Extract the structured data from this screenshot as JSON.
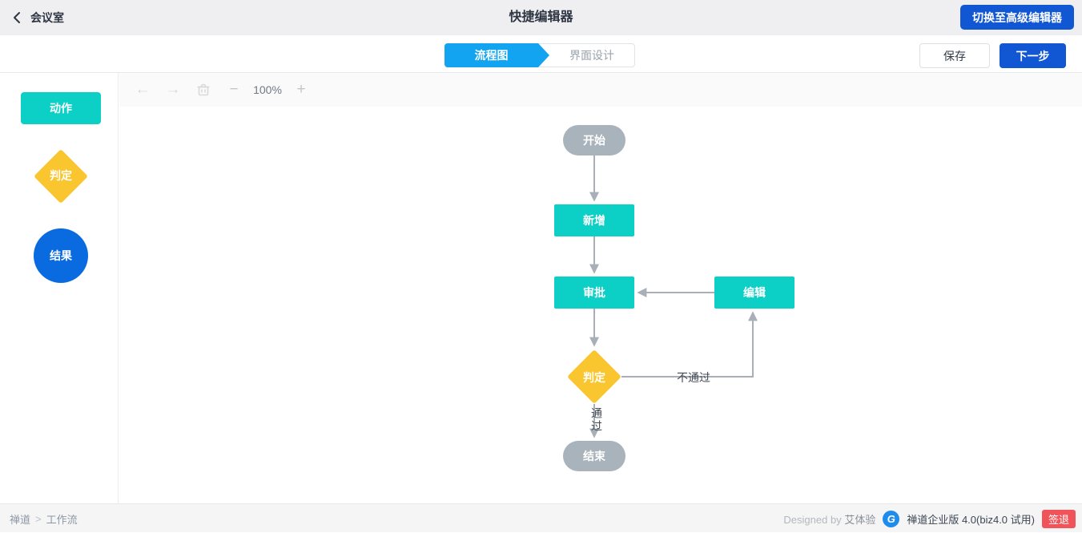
{
  "header": {
    "back_label": "会议室",
    "title": "快捷编辑器",
    "switch_button": "切换至高级编辑器"
  },
  "subheader": {
    "tabs": [
      {
        "label": "流程图",
        "active": true
      },
      {
        "label": "界面设计",
        "active": false
      }
    ],
    "save_button": "保存",
    "next_button": "下一步"
  },
  "palette": {
    "action_label": "动作",
    "decision_label": "判定",
    "result_label": "结果"
  },
  "toolbar": {
    "undo_glyph": "←",
    "redo_glyph": "→",
    "minus_glyph": "−",
    "zoom_level": "100%",
    "plus_glyph": "+"
  },
  "flowchart": {
    "nodes": [
      {
        "id": "start",
        "label": "开始",
        "type": "stadium"
      },
      {
        "id": "add",
        "label": "新增",
        "type": "rect"
      },
      {
        "id": "approve",
        "label": "审批",
        "type": "rect"
      },
      {
        "id": "edit",
        "label": "编辑",
        "type": "rect"
      },
      {
        "id": "decision",
        "label": "判定",
        "type": "diamond"
      },
      {
        "id": "end",
        "label": "结束",
        "type": "stadium"
      }
    ],
    "edge_labels": {
      "fail": "不通过",
      "pass": "通过"
    }
  },
  "footer": {
    "breadcrumb": [
      "禅道",
      "工作流"
    ],
    "breadcrumb_separator": ">",
    "designed_by_prefix": "Designed by",
    "designed_by_vendor": "艾体验",
    "logo_glyph": "G",
    "version": "禅道企业版 4.0(biz4.0 试用)",
    "signout_button": "签退"
  },
  "colors": {
    "header_bg": "#efeff1",
    "primary_button_blue": "#1157d3",
    "active_tab_blue": "#12a4f0",
    "action_cyan": "#0cd0c6",
    "decision_yellow": "#fac62f",
    "result_blue": "#0a6be0",
    "neutral_node_gray": "#a9b3bc",
    "edge_gray": "#a8afb8",
    "signout_red": "#f05359"
  }
}
